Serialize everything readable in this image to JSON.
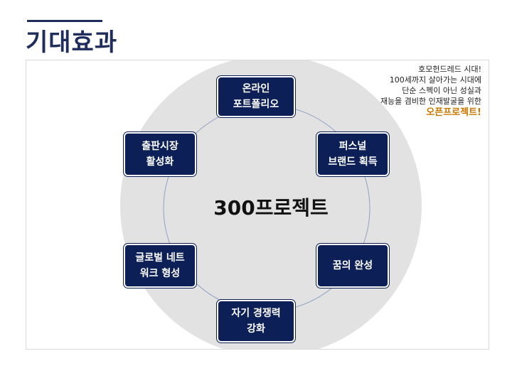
{
  "header": {
    "title": "기대효과"
  },
  "diagram": {
    "center": "300프로젝트",
    "nodes": [
      {
        "label": "온라인\n포트폴리오"
      },
      {
        "label": "퍼스널\n브랜드 획득"
      },
      {
        "label": "꿈의 완성"
      },
      {
        "label": "자기 경쟁력\n강화"
      },
      {
        "label": "글로벌 네트\n워크 형성"
      },
      {
        "label": "출판시장\n활성화"
      }
    ],
    "colors": {
      "node_fill": "#0c1f56",
      "background_circle": "#e2e2e2",
      "ring": "#8fa1c4",
      "highlight": "#c87800",
      "title": "#1f2d5c"
    }
  },
  "note": {
    "lines": "호모헌드레드 시대!\n100세까지 살아가는 시대에\n단순 스펙이 아닌 성실과\n재능을 겸비한 인재발굴을 위한",
    "highlight": "오픈프로젝트!"
  }
}
